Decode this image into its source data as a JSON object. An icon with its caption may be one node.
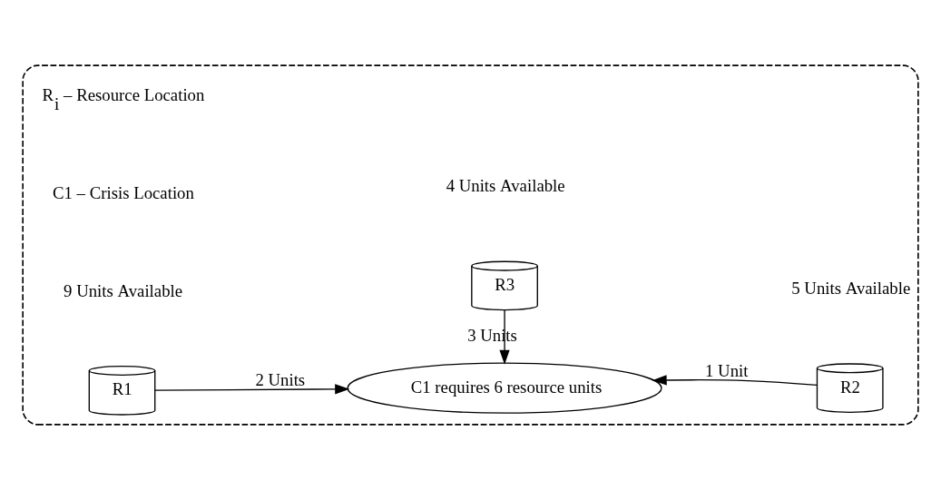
{
  "diagram": {
    "nodes": [
      {
        "text": [],
        "shape": "ellipse"
      },
      {
        "text": [
          "R1"
        ],
        "in": 0,
        "beside": [
          "9 Units Available"
        ]
      },
      {
        "text": [
          "C1 requires 6 resource units"
        ],
        "in": 0
      },
      {
        "text": [
          "R2"
        ],
        "in": 0,
        "beside": [
          "5 Units Available"
        ]
      },
      {
        "text": [
          "R3"
        ],
        "in": 0,
        "beside": [
          "4 Units Available"
        ]
      }
    ],
    "edges": [
      {
        "from": 1,
        "to": 2,
        "arrow": "to",
        "label": "2 Units"
      },
      {
        "from": 3,
        "to": 2,
        "arrow": "to",
        "label": "1 Unit"
      },
      {
        "from": 4,
        "to": 2,
        "arrow": "to",
        "label": "3 Units"
      }
    ],
    "labels": [
      "C1 – Crisis Location",
      "R$_{i}$ – Resource Location"
    ]
  }
}
